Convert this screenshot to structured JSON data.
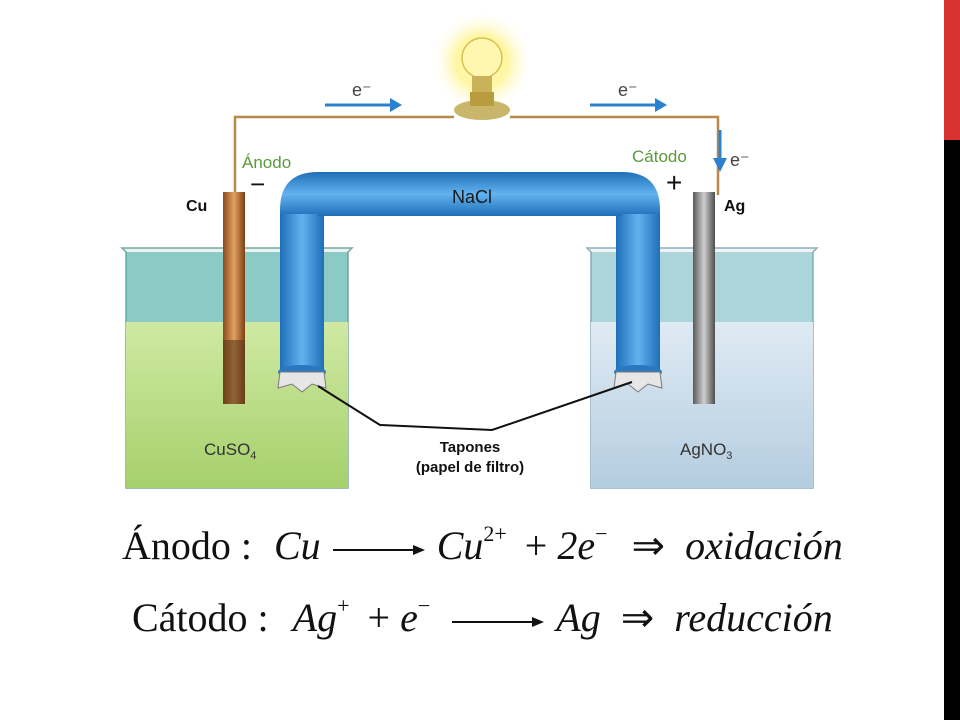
{
  "diagram": {
    "electron_left": "e⁻",
    "electron_right": "e⁻",
    "electron_down": "e⁻",
    "anode_label": "Ánodo",
    "cathode_label": "Cátodo",
    "minus_sign": "−",
    "plus_sign": "+",
    "cu_label": "Cu",
    "ag_label": "Ag",
    "bridge_label": "NaCl",
    "left_solution": "CuSO",
    "left_solution_sub": "4",
    "right_solution": "AgNO",
    "right_solution_sub": "3",
    "plugs_line1": "Tapones",
    "plugs_line2": "(papel de filtro)"
  },
  "equations": {
    "anode": {
      "label": "Ánodo :",
      "reactant": "Cu",
      "product": "Cu",
      "product_charge": "2+",
      "plus": "+",
      "electrons": "2e",
      "electrons_charge": "−",
      "implies": "⇒",
      "process": "oxidación"
    },
    "cathode": {
      "label": "Cátodo :",
      "reactant": "Ag",
      "reactant_charge": "+",
      "plus": "+",
      "electron": "e",
      "electron_charge": "−",
      "product": "Ag",
      "implies": "⇒",
      "process": "reducción"
    }
  },
  "colors": {
    "accent_red": "#d8322e",
    "bridge_blue": "#3a8fd6",
    "left_liquid": "#b9dc8a",
    "right_liquid": "#c7dcea",
    "copper": "#c87a3a",
    "silver": "#8c8c8c"
  }
}
